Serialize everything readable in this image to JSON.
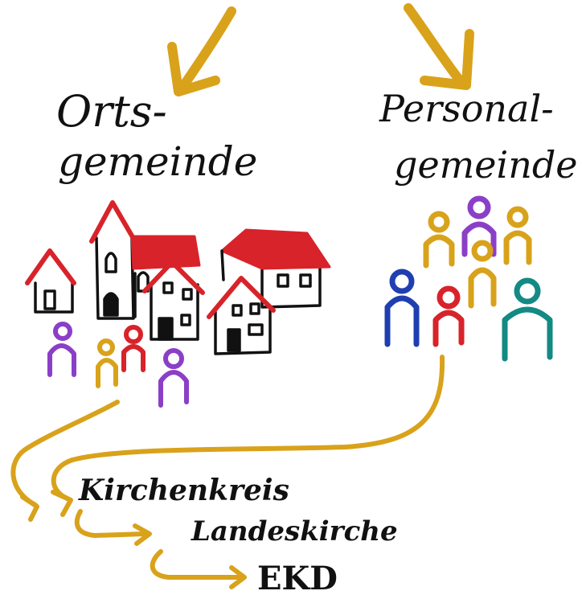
{
  "labels": {
    "ortsgemeinde_line1": "Orts-",
    "ortsgemeinde_line2": "gemeinde",
    "personalgemeinde_line1": "Personal-",
    "personalgemeinde_line2": "gemeinde",
    "kirchenkreis": "Kirchenkreis",
    "landeskirche": "Landeskirche",
    "ekd": "EKD"
  },
  "colors": {
    "arrow": "#d9a21b",
    "roof": "#d8232a",
    "outline": "#111111",
    "purple": "#8b3fc7",
    "gold": "#d9a21b",
    "red": "#d8232a",
    "blue": "#1f3fb0",
    "teal": "#138a83"
  },
  "icons": {
    "houses": "church-village-icon",
    "people": "person-figure-icon",
    "arrows": "arrow-icon"
  }
}
